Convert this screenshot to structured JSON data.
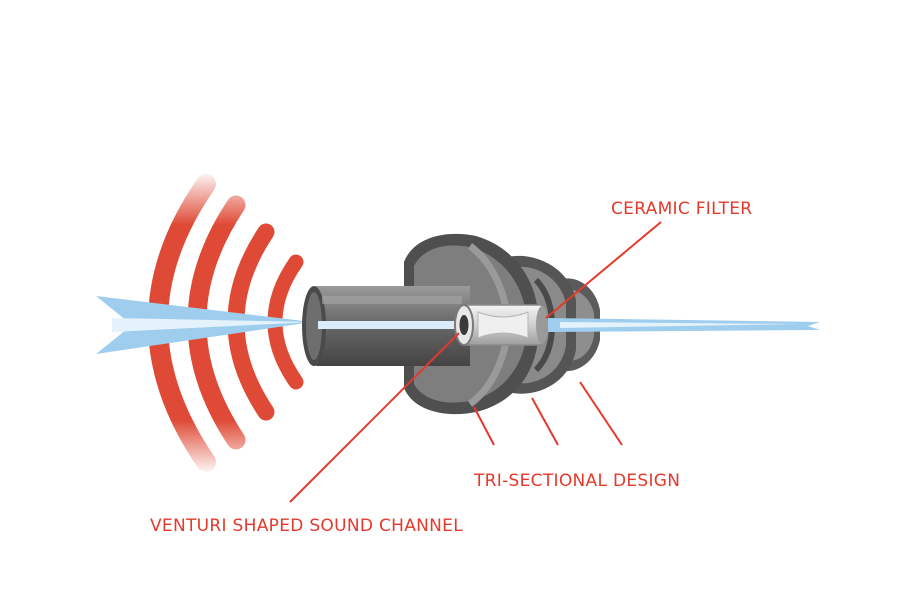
{
  "colors": {
    "callout": "#e5392b",
    "wave": "#df4a36",
    "beam": "#9fcdee",
    "body_dark": "#4d4d4d",
    "body_mid": "#777777",
    "body_light": "#a8a8a8",
    "filter": "#d9d9d9"
  },
  "labels": {
    "ceramic_filter": "CERAMIC FILTER",
    "tri_sectional": "TRI-SECTIONAL DESIGN",
    "venturi_channel": "VENTURI SHAPED SOUND CHANNEL"
  }
}
